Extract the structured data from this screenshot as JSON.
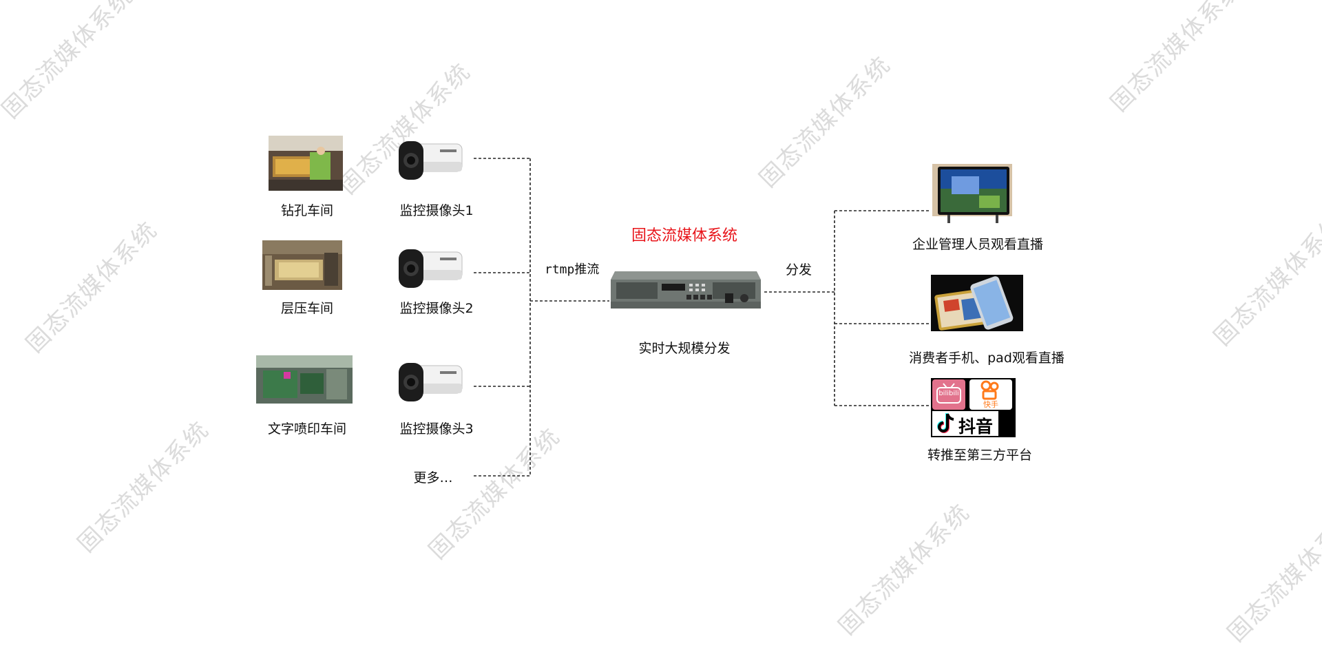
{
  "watermark": "固态流媒体系统",
  "title": "固态流媒体系统",
  "sources": [
    {
      "workshop": "钻孔车间",
      "camera": "监控摄像头1"
    },
    {
      "workshop": "层压车间",
      "camera": "监控摄像头2"
    },
    {
      "workshop": "文字喷印车间",
      "camera": "监控摄像头3"
    }
  ],
  "more_label": "更多…",
  "push_label": "rtmp推流",
  "distribute_label": "分发",
  "server_caption": "实时大规模分发",
  "outputs": [
    {
      "label": "企业管理人员观看直播"
    },
    {
      "label": "消费者手机、pad观看直播"
    },
    {
      "label": "转推至第三方平台"
    }
  ],
  "platforms": {
    "bilibili": "bilibili",
    "kuaishou": "快手",
    "douyin": "抖音"
  },
  "colors": {
    "title": "#e8141a",
    "line": "#222222",
    "watermark": "#cfcfcf"
  }
}
